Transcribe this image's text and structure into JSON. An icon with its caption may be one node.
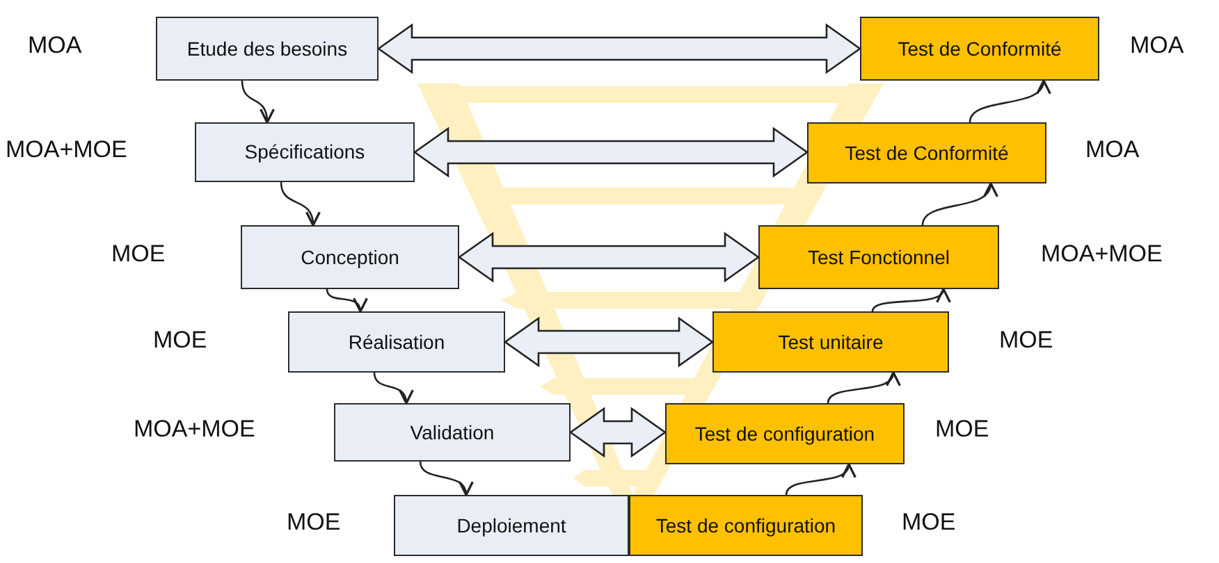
{
  "diagram": {
    "nodes": [
      {
        "text": [
          "Etude des besoins"
        ],
        "beside": [
          "MOA"
        ]
      },
      {
        "text": [
          "Test de Conformité"
        ],
        "beside": [
          "MOA"
        ]
      },
      {
        "text": [
          "Spécifications"
        ],
        "beside": [
          "MOA+MOE"
        ]
      },
      {
        "text": [
          "Test de Conformité"
        ],
        "beside": [
          "MOA"
        ]
      },
      {
        "text": [
          "Conception"
        ],
        "beside": [
          "MOE"
        ]
      },
      {
        "text": [
          "Test Fonctionnel"
        ],
        "beside": [
          "MOA+MOE"
        ]
      },
      {
        "text": [
          "Réalisation"
        ],
        "beside": [
          "MOE"
        ]
      },
      {
        "text": [
          "Test unitaire"
        ],
        "beside": [
          "MOE"
        ]
      },
      {
        "text": [
          "Validation"
        ],
        "beside": [
          "MOA+MOE"
        ]
      },
      {
        "text": [
          "Test de configuration"
        ],
        "beside": [
          "MOE"
        ]
      },
      {
        "text": [
          "Deploiement"
        ],
        "beside": [
          "MOE"
        ]
      },
      {
        "text": [
          "Test de configuration"
        ],
        "beside": [
          "MOE"
        ]
      }
    ],
    "edges": [
      {
        "from": 0,
        "to": 1,
        "arrow": "both"
      },
      {
        "from": 2,
        "to": 3,
        "arrow": "both"
      },
      {
        "from": 4,
        "to": 5,
        "arrow": "both"
      },
      {
        "from": 6,
        "to": 7,
        "arrow": "both"
      },
      {
        "from": 8,
        "to": 9,
        "arrow": "both"
      },
      {
        "from": 0,
        "to": 2,
        "arrow": "to"
      },
      {
        "from": 2,
        "to": 4,
        "arrow": "to"
      },
      {
        "from": 4,
        "to": 6,
        "arrow": "to"
      },
      {
        "from": 6,
        "to": 8,
        "arrow": "to"
      },
      {
        "from": 8,
        "to": 10,
        "arrow": "to"
      },
      {
        "from": 11,
        "to": 9,
        "arrow": "to"
      },
      {
        "from": 9,
        "to": 7,
        "arrow": "to"
      },
      {
        "from": 7,
        "to": 5,
        "arrow": "to"
      },
      {
        "from": 5,
        "to": 3,
        "arrow": "to"
      },
      {
        "from": 3,
        "to": 1,
        "arrow": "to"
      }
    ]
  }
}
